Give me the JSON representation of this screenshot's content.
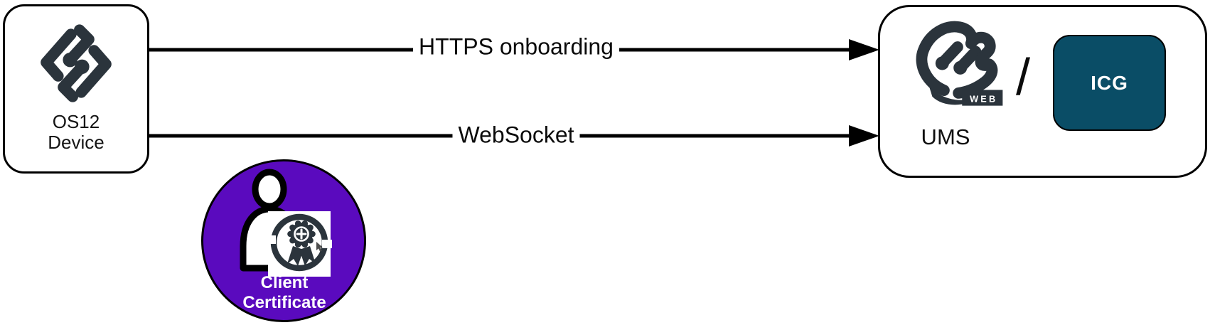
{
  "nodes": {
    "device": {
      "label_line1": "OS12",
      "label_line2": "Device"
    },
    "ums": {
      "label": "UMS",
      "logo_badge": "WEB",
      "separator": "/",
      "icg": {
        "label": "ICG"
      }
    },
    "client_certificate": {
      "label_line1": "Client",
      "label_line2": "Certificate"
    }
  },
  "connections": [
    {
      "label": "HTTPS onboarding"
    },
    {
      "label": "WebSocket"
    }
  ],
  "colors": {
    "brand_dark": "#2b343c",
    "icg_teal": "#0a4d66",
    "cert_purple": "#5a0abe",
    "line_black": "#000000"
  },
  "icons": {
    "device_logo": "igel-os-logo-icon",
    "ums_logo": "igel-ums-web-logo-icon",
    "certificate": "person-certificate-icon",
    "arrow": "arrow-right-icon",
    "cursor": "mouse-cursor-icon"
  }
}
